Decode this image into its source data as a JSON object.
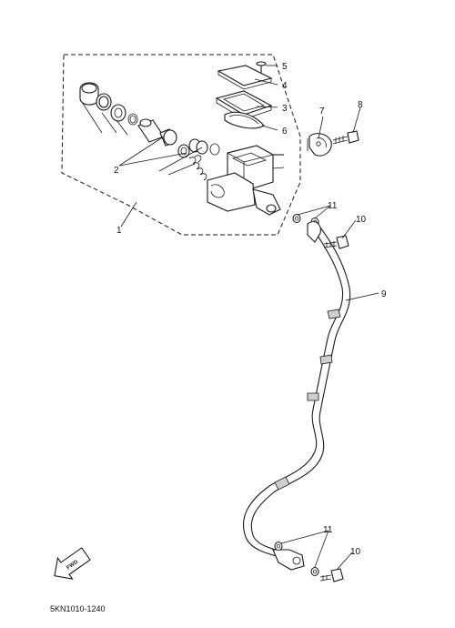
{
  "callouts": [
    {
      "id": "c1",
      "text": "1"
    },
    {
      "id": "c2",
      "text": "2"
    },
    {
      "id": "c3",
      "text": "3"
    },
    {
      "id": "c4",
      "text": "4"
    },
    {
      "id": "c5",
      "text": "5"
    },
    {
      "id": "c6",
      "text": "6"
    },
    {
      "id": "c7",
      "text": "7"
    },
    {
      "id": "c8",
      "text": "8"
    },
    {
      "id": "c9",
      "text": "9"
    },
    {
      "id": "c10a",
      "text": "10"
    },
    {
      "id": "c10b",
      "text": "10"
    },
    {
      "id": "c11a",
      "text": "11"
    },
    {
      "id": "c11b",
      "text": "11"
    }
  ],
  "fwd_label": "FWD",
  "diagram_code": "5KN1010-1240"
}
